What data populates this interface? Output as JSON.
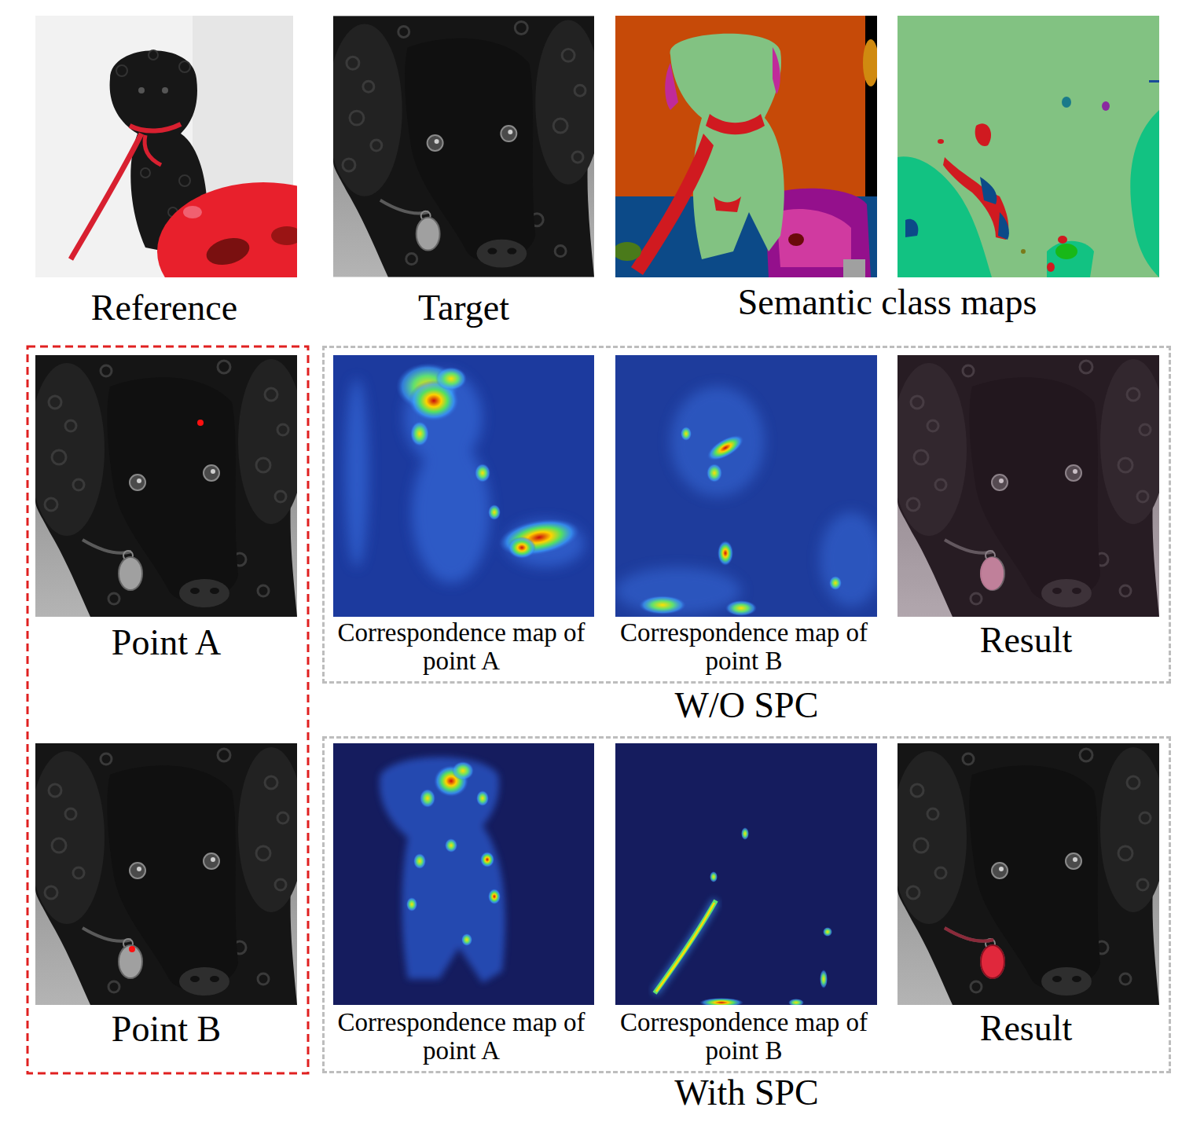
{
  "diagram": {
    "nodes": [
      {
        "text": [
          "Reference"
        ]
      },
      {
        "text": [
          "Target"
        ]
      },
      {
        "text": [
          "Semantic class maps"
        ]
      },
      {
        "text": [
          "Point A"
        ]
      },
      {
        "text": [
          "W/O SPC"
        ]
      },
      {
        "text": [
          "Correspondence map of point A"
        ],
        "in": 4
      },
      {
        "text": [
          "Correspondence map of point B"
        ],
        "in": 4
      },
      {
        "text": [
          "Result"
        ],
        "in": 4
      },
      {
        "text": [
          "Point B"
        ]
      },
      {
        "text": [
          "With SPC"
        ]
      },
      {
        "text": [
          "Correspondence map of point A"
        ],
        "in": 9
      },
      {
        "text": [
          "Correspondence map of point B"
        ],
        "in": 9
      },
      {
        "text": [
          "Result"
        ],
        "in": 9
      }
    ]
  }
}
